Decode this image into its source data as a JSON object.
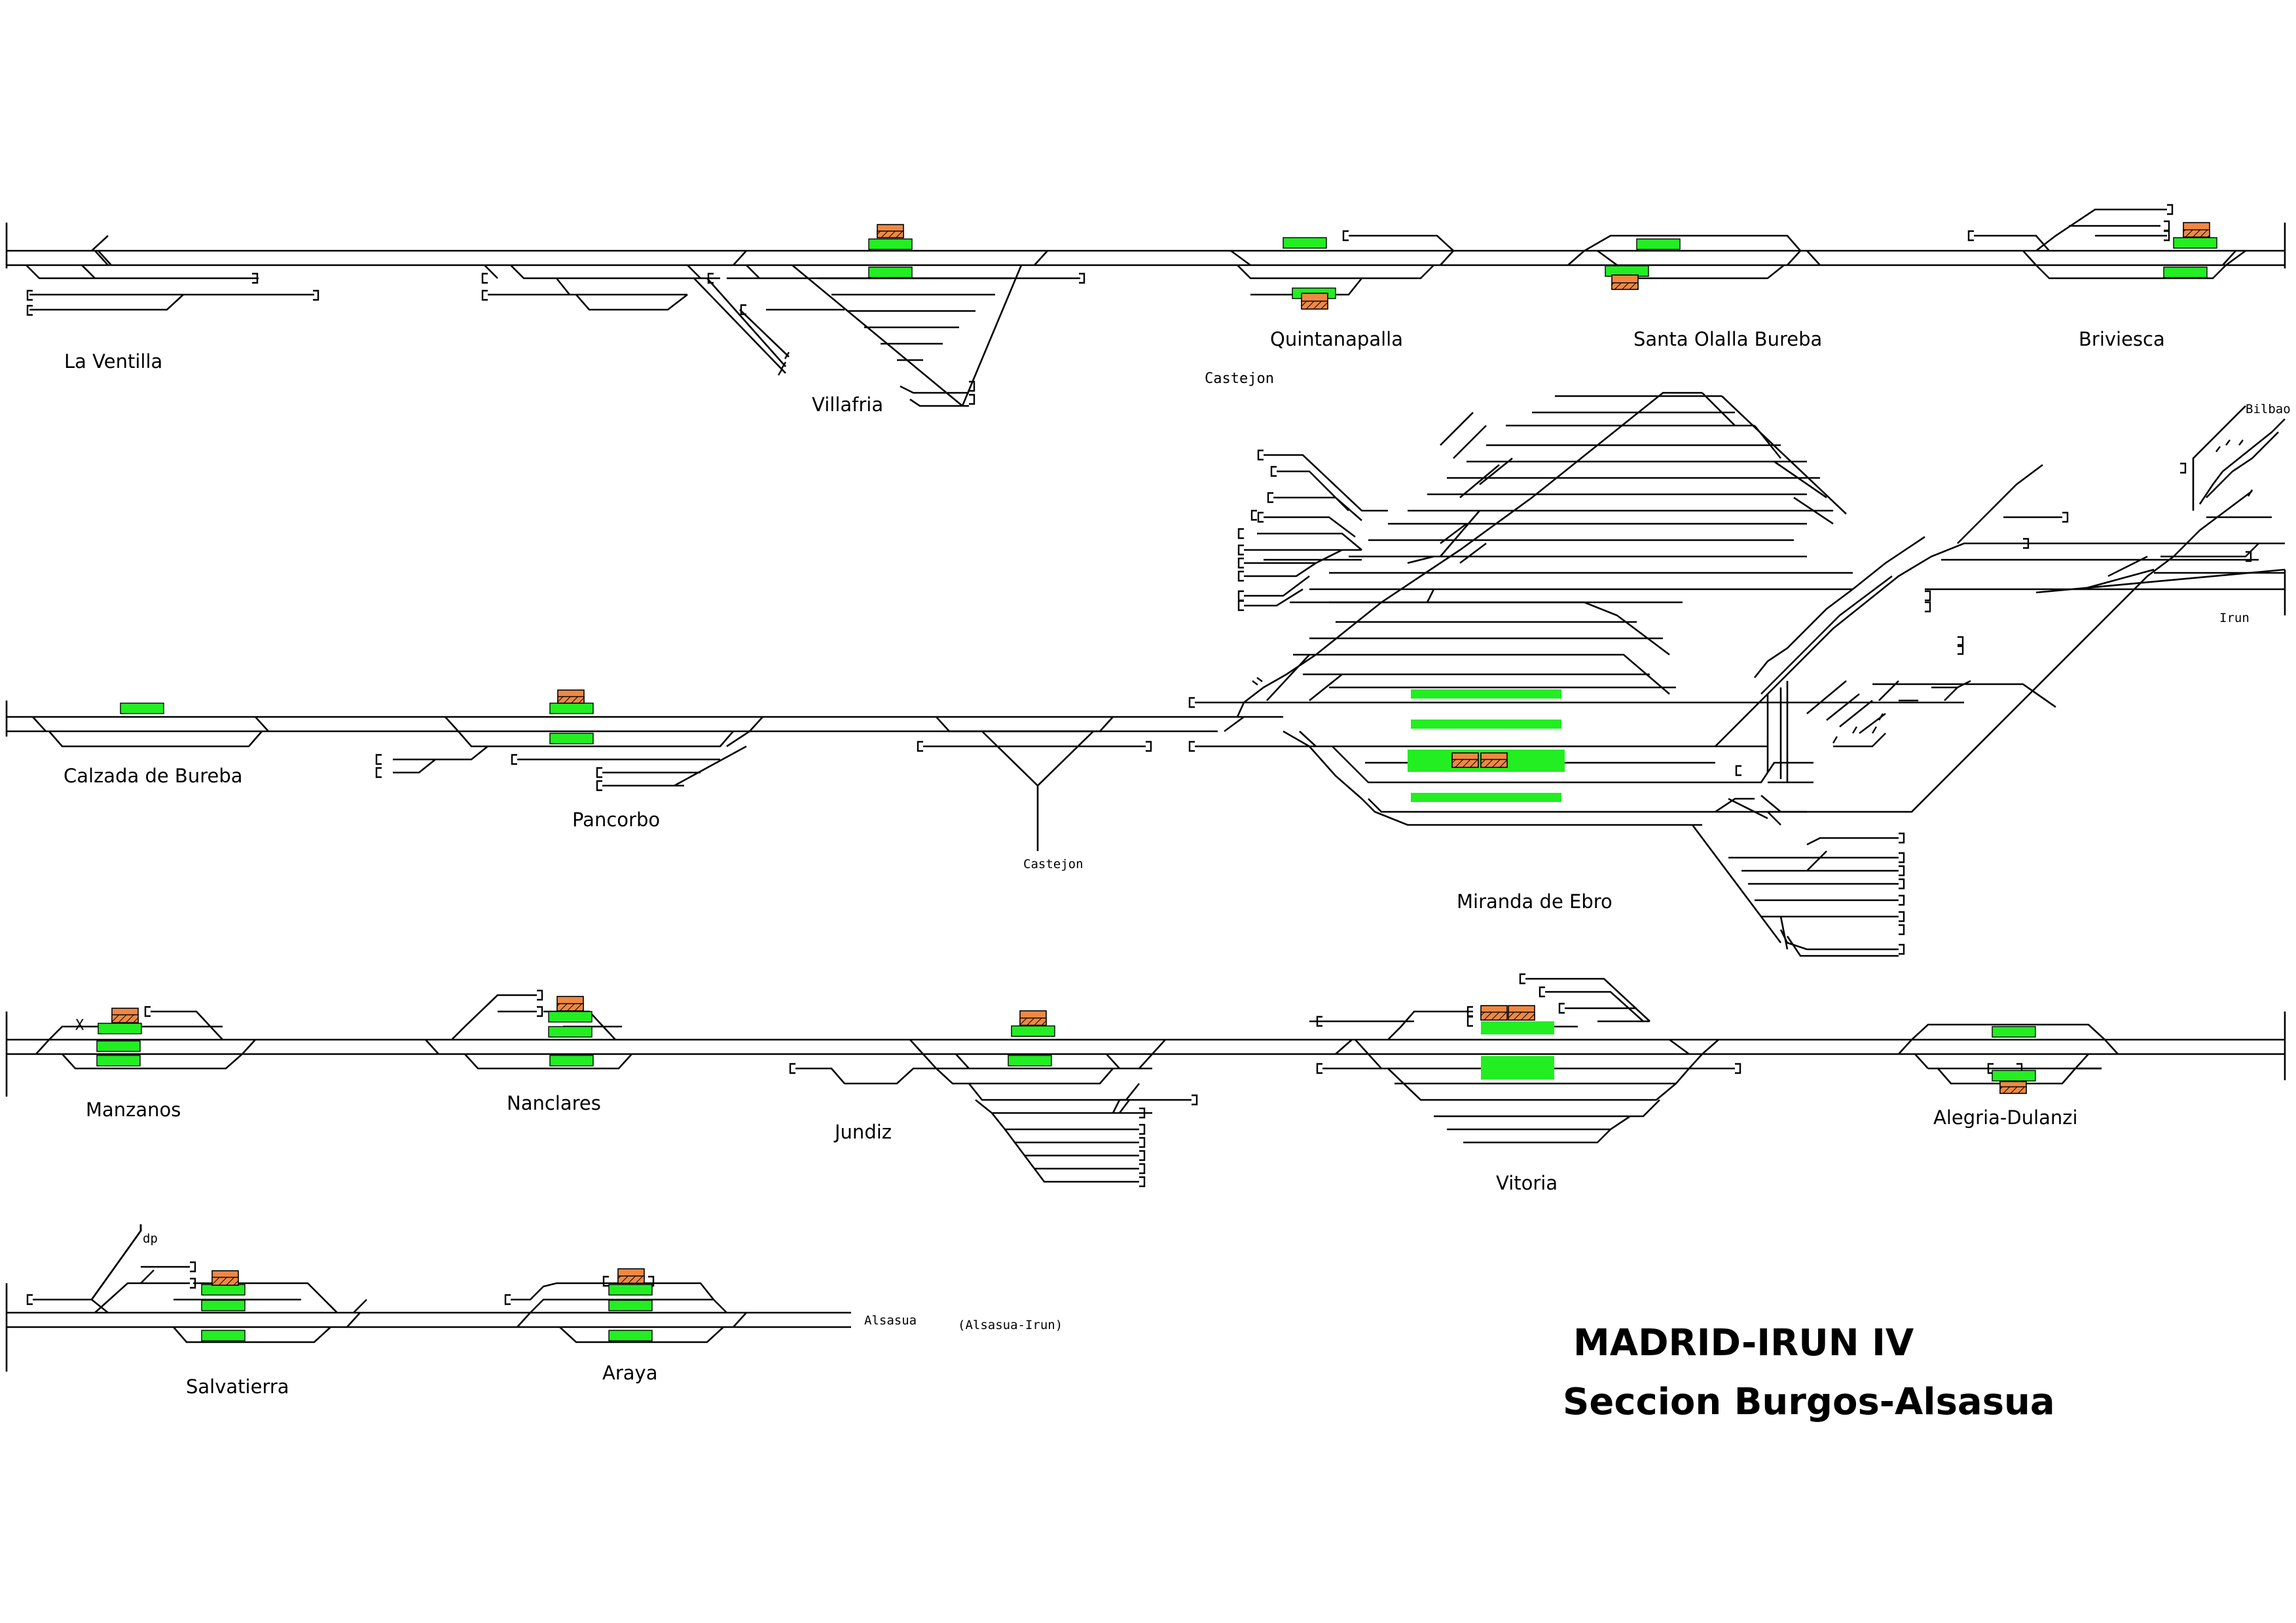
{
  "title": {
    "line1": "MADRID-IRUN IV",
    "line2": "Seccion Burgos-Alsasua"
  },
  "stations": {
    "la_ventilla": "La Ventilla",
    "villafria": "Villafria",
    "quintanapalla": "Quintanapalla",
    "santa_olalla": "Santa Olalla Bureba",
    "briviesca": "Briviesca",
    "calzada": "Calzada de Bureba",
    "pancorbo": "Pancorbo",
    "miranda": "Miranda de Ebro",
    "manzanos": "Manzanos",
    "nanclares": "Nanclares",
    "jundiz": "Jundiz",
    "vitoria": "Vitoria",
    "alegria": "Alegria-Dulanzi",
    "salvatierra": "Salvatierra",
    "araya": "Araya"
  },
  "destinations": {
    "castejon_top": "Castejon",
    "castejon_mid": "Castejon",
    "bilbao": "Bilbao",
    "irun": "Irun",
    "alsasua": "Alsasua",
    "alsasua_irun": "(Alsasua-Irun)",
    "dp": "dp",
    "x_mark": "X"
  },
  "colors": {
    "platform": "#22ee22",
    "building": "#ee8844",
    "track": "#000000"
  }
}
